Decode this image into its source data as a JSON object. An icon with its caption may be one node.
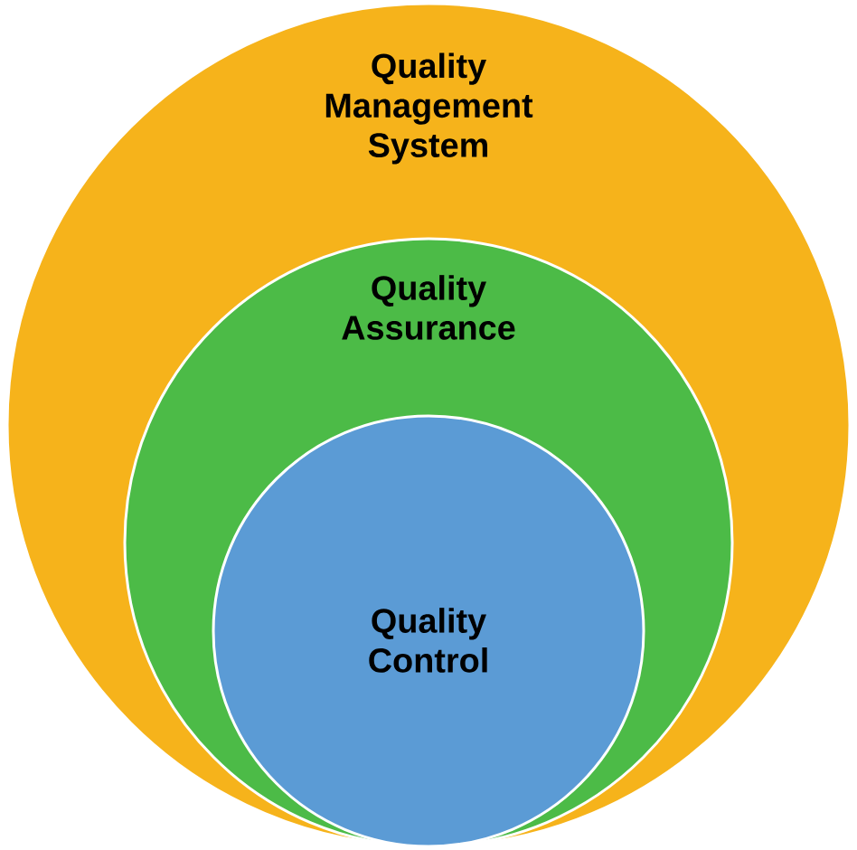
{
  "diagram": {
    "nodes": [
      {
        "text": [
          "Quality Management System"
        ]
      },
      {
        "text": [
          "Quality Assurance"
        ],
        "in": 0
      },
      {
        "text": [
          "Quality Control"
        ],
        "in": 1
      }
    ]
  }
}
